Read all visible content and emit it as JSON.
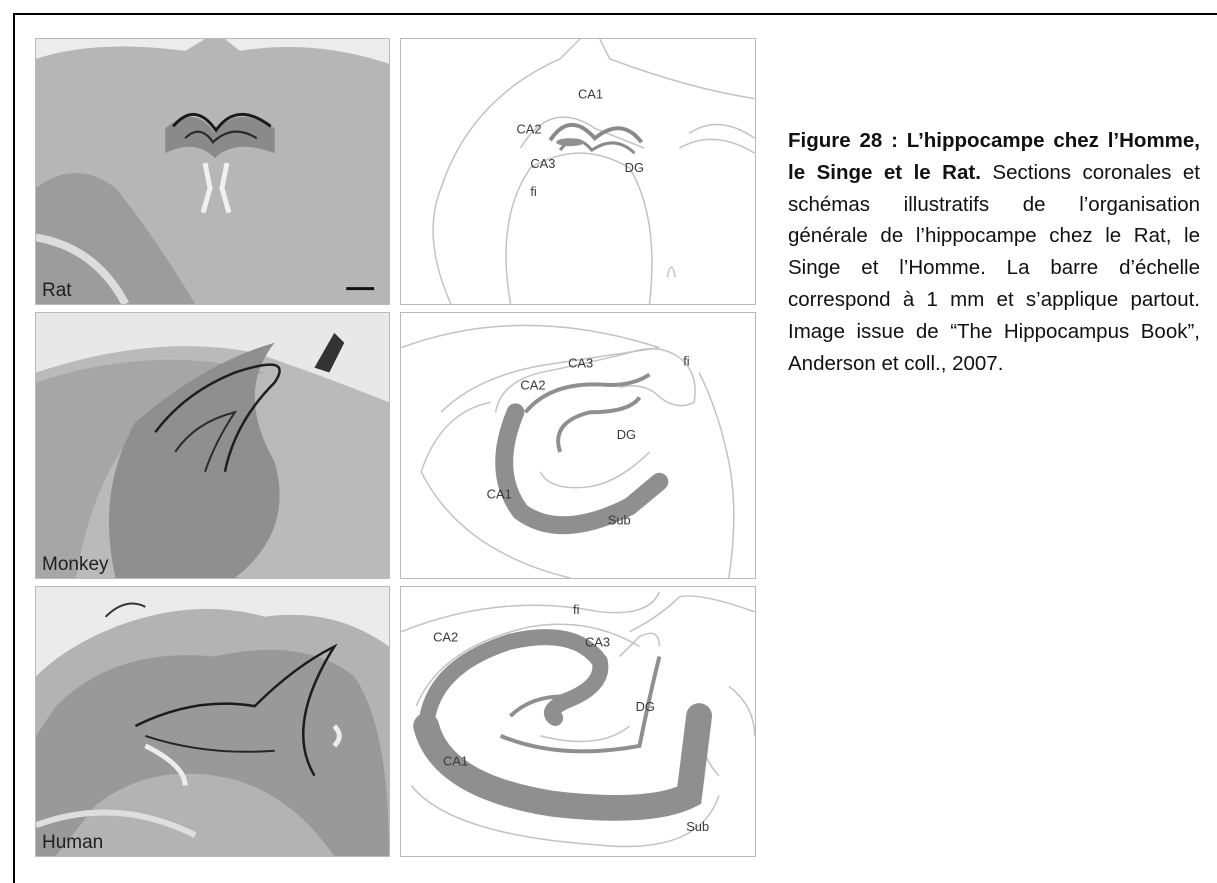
{
  "caption": {
    "title": "Figure 28 : L’hippocampe chez l’Homme, le Singe et le Rat.",
    "body": "Sections coronales et schémas illustratifs de l’organisation générale de l’hippocampe chez le Rat, le Singe et l’Homme. La barre d’échelle correspond à 1 mm et s’applique partout. Image issue de “The Hippocampus Book”, Anderson et coll., 2007."
  },
  "species": {
    "rat": "Rat",
    "monkey": "Monkey",
    "human": "Human"
  },
  "labels": {
    "ca1": "CA1",
    "ca2": "CA2",
    "ca3": "CA3",
    "dg": "DG",
    "fi": "fi",
    "sub": "Sub"
  }
}
